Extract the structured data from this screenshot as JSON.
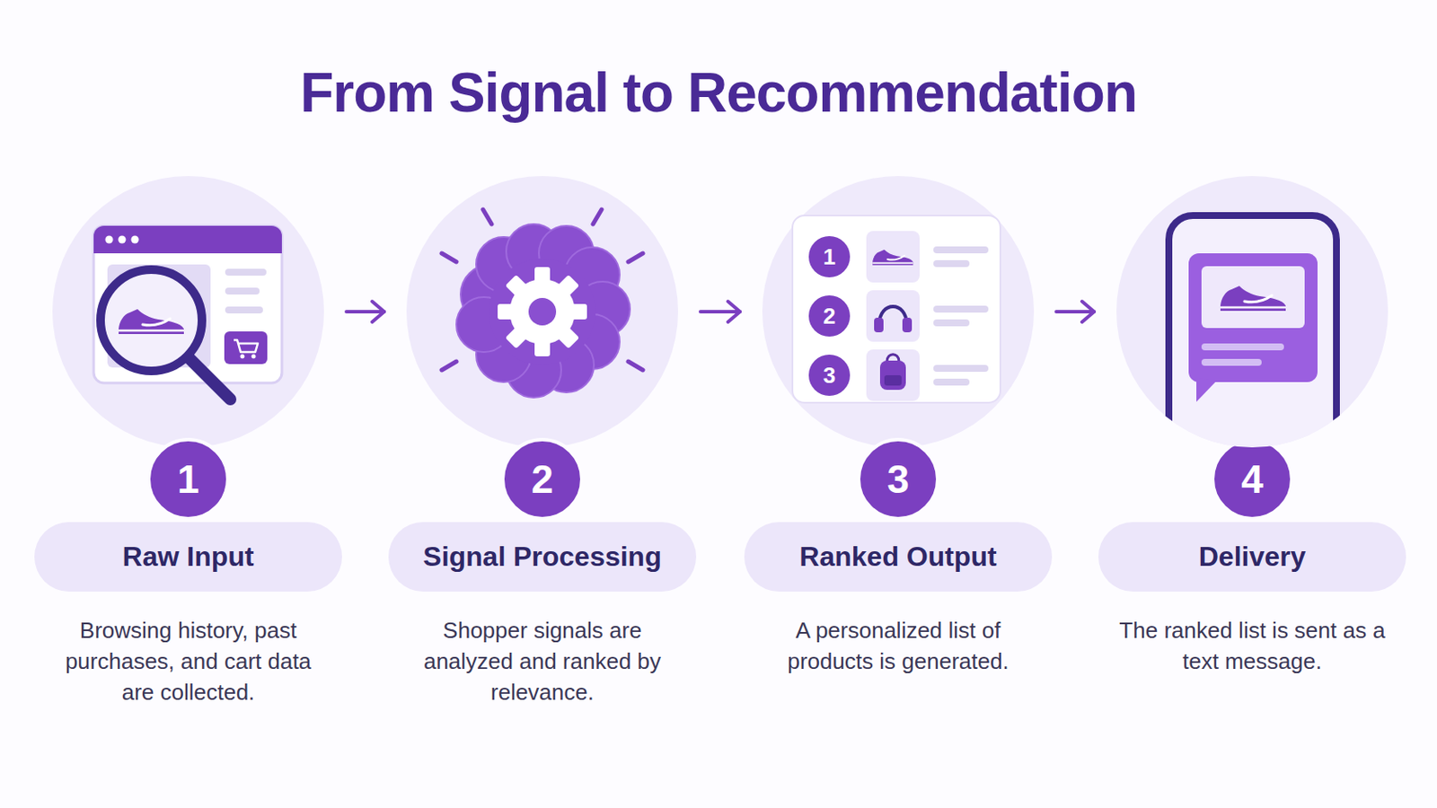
{
  "diagram": {
    "title": "From Signal to Recommendation",
    "nodes": [
      {
        "text": [
          "1"
        ]
      },
      {
        "text": [
          "Raw Input",
          "Browsing history, past purchases, and cart data are collected."
        ]
      },
      {
        "text": [
          "2"
        ]
      },
      {
        "text": [
          "Signal Processing",
          "Shopper signals are analyzed and ranked by relevance."
        ]
      },
      {
        "text": [
          "3"
        ]
      },
      {
        "text": [
          "Ranked Output",
          "A personalized list of products is generated."
        ]
      },
      {
        "text": [
          "4"
        ]
      },
      {
        "text": [
          "Delivery",
          "The ranked list is sent as a text message."
        ]
      }
    ],
    "edges": [
      {
        "from": 0,
        "to": 2,
        "arrow": "to"
      },
      {
        "from": 2,
        "to": 4,
        "arrow": "to"
      },
      {
        "from": 4,
        "to": 6,
        "arrow": "to"
      }
    ],
    "labels": [
      "1",
      "2",
      "3"
    ]
  }
}
